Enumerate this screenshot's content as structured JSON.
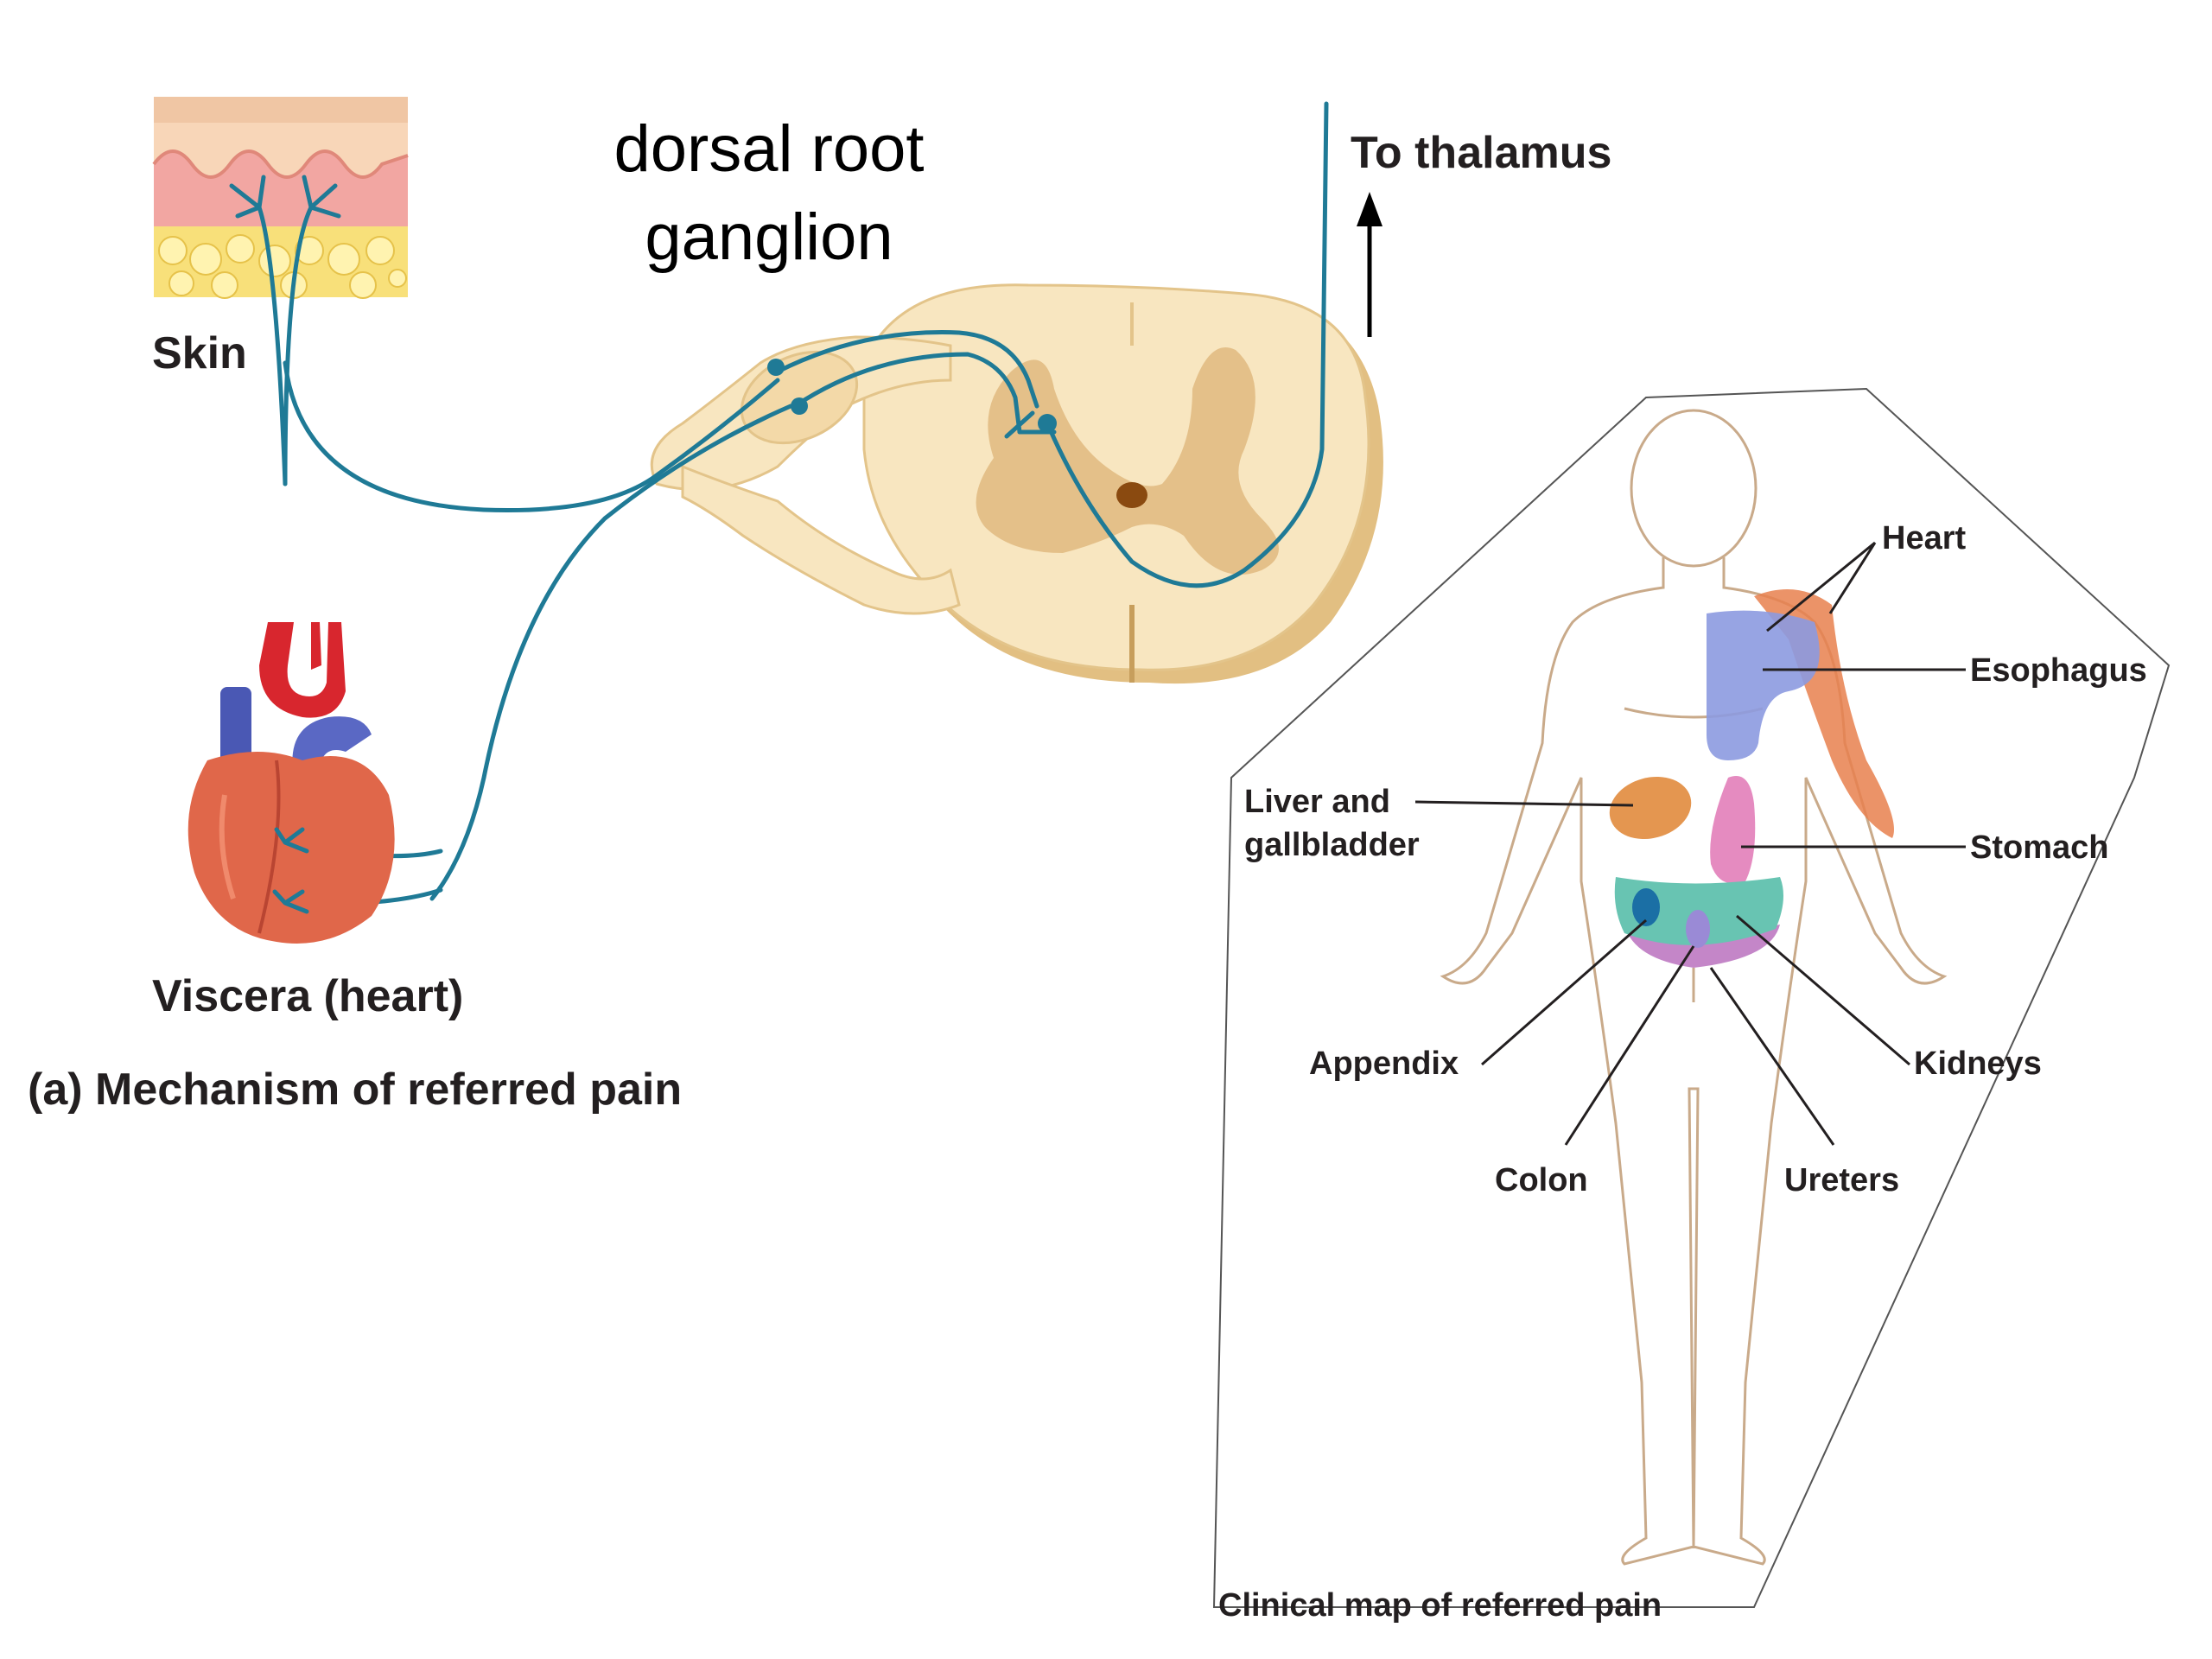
{
  "mechanism": {
    "dorsal_root_ganglion": [
      "dorsal root",
      "ganglion"
    ],
    "to_thalamus": "To thalamus",
    "skin": "Skin",
    "viscera": "Viscera (heart)",
    "caption_letter": "(a)",
    "caption_text": " Mechanism of referred pain"
  },
  "clinical_map": {
    "title": "Clinical map of referred pain",
    "labels": {
      "heart": "Heart",
      "esophagus": "Esophagus",
      "liver_line1": "Liver and",
      "liver_line2": "gallbladder",
      "stomach": "Stomach",
      "appendix": "Appendix",
      "kidneys": "Kidneys",
      "colon": "Colon",
      "ureters": "Ureters"
    }
  },
  "colors": {
    "nerve": "#1f7a96",
    "heart_region": "#8c9ae0",
    "esophagus_region": "#e8804e",
    "liver_region": "#e49650",
    "stomach_region": "#e58bc0",
    "intestine_region": "#68c4b2",
    "appendix_region": "#1b6fa5",
    "kidney_region": "#c486c8",
    "ureter_region": "#9a8ad6",
    "spinal_outer": "#f6e4bd",
    "spinal_gray": "#dfba7c"
  }
}
